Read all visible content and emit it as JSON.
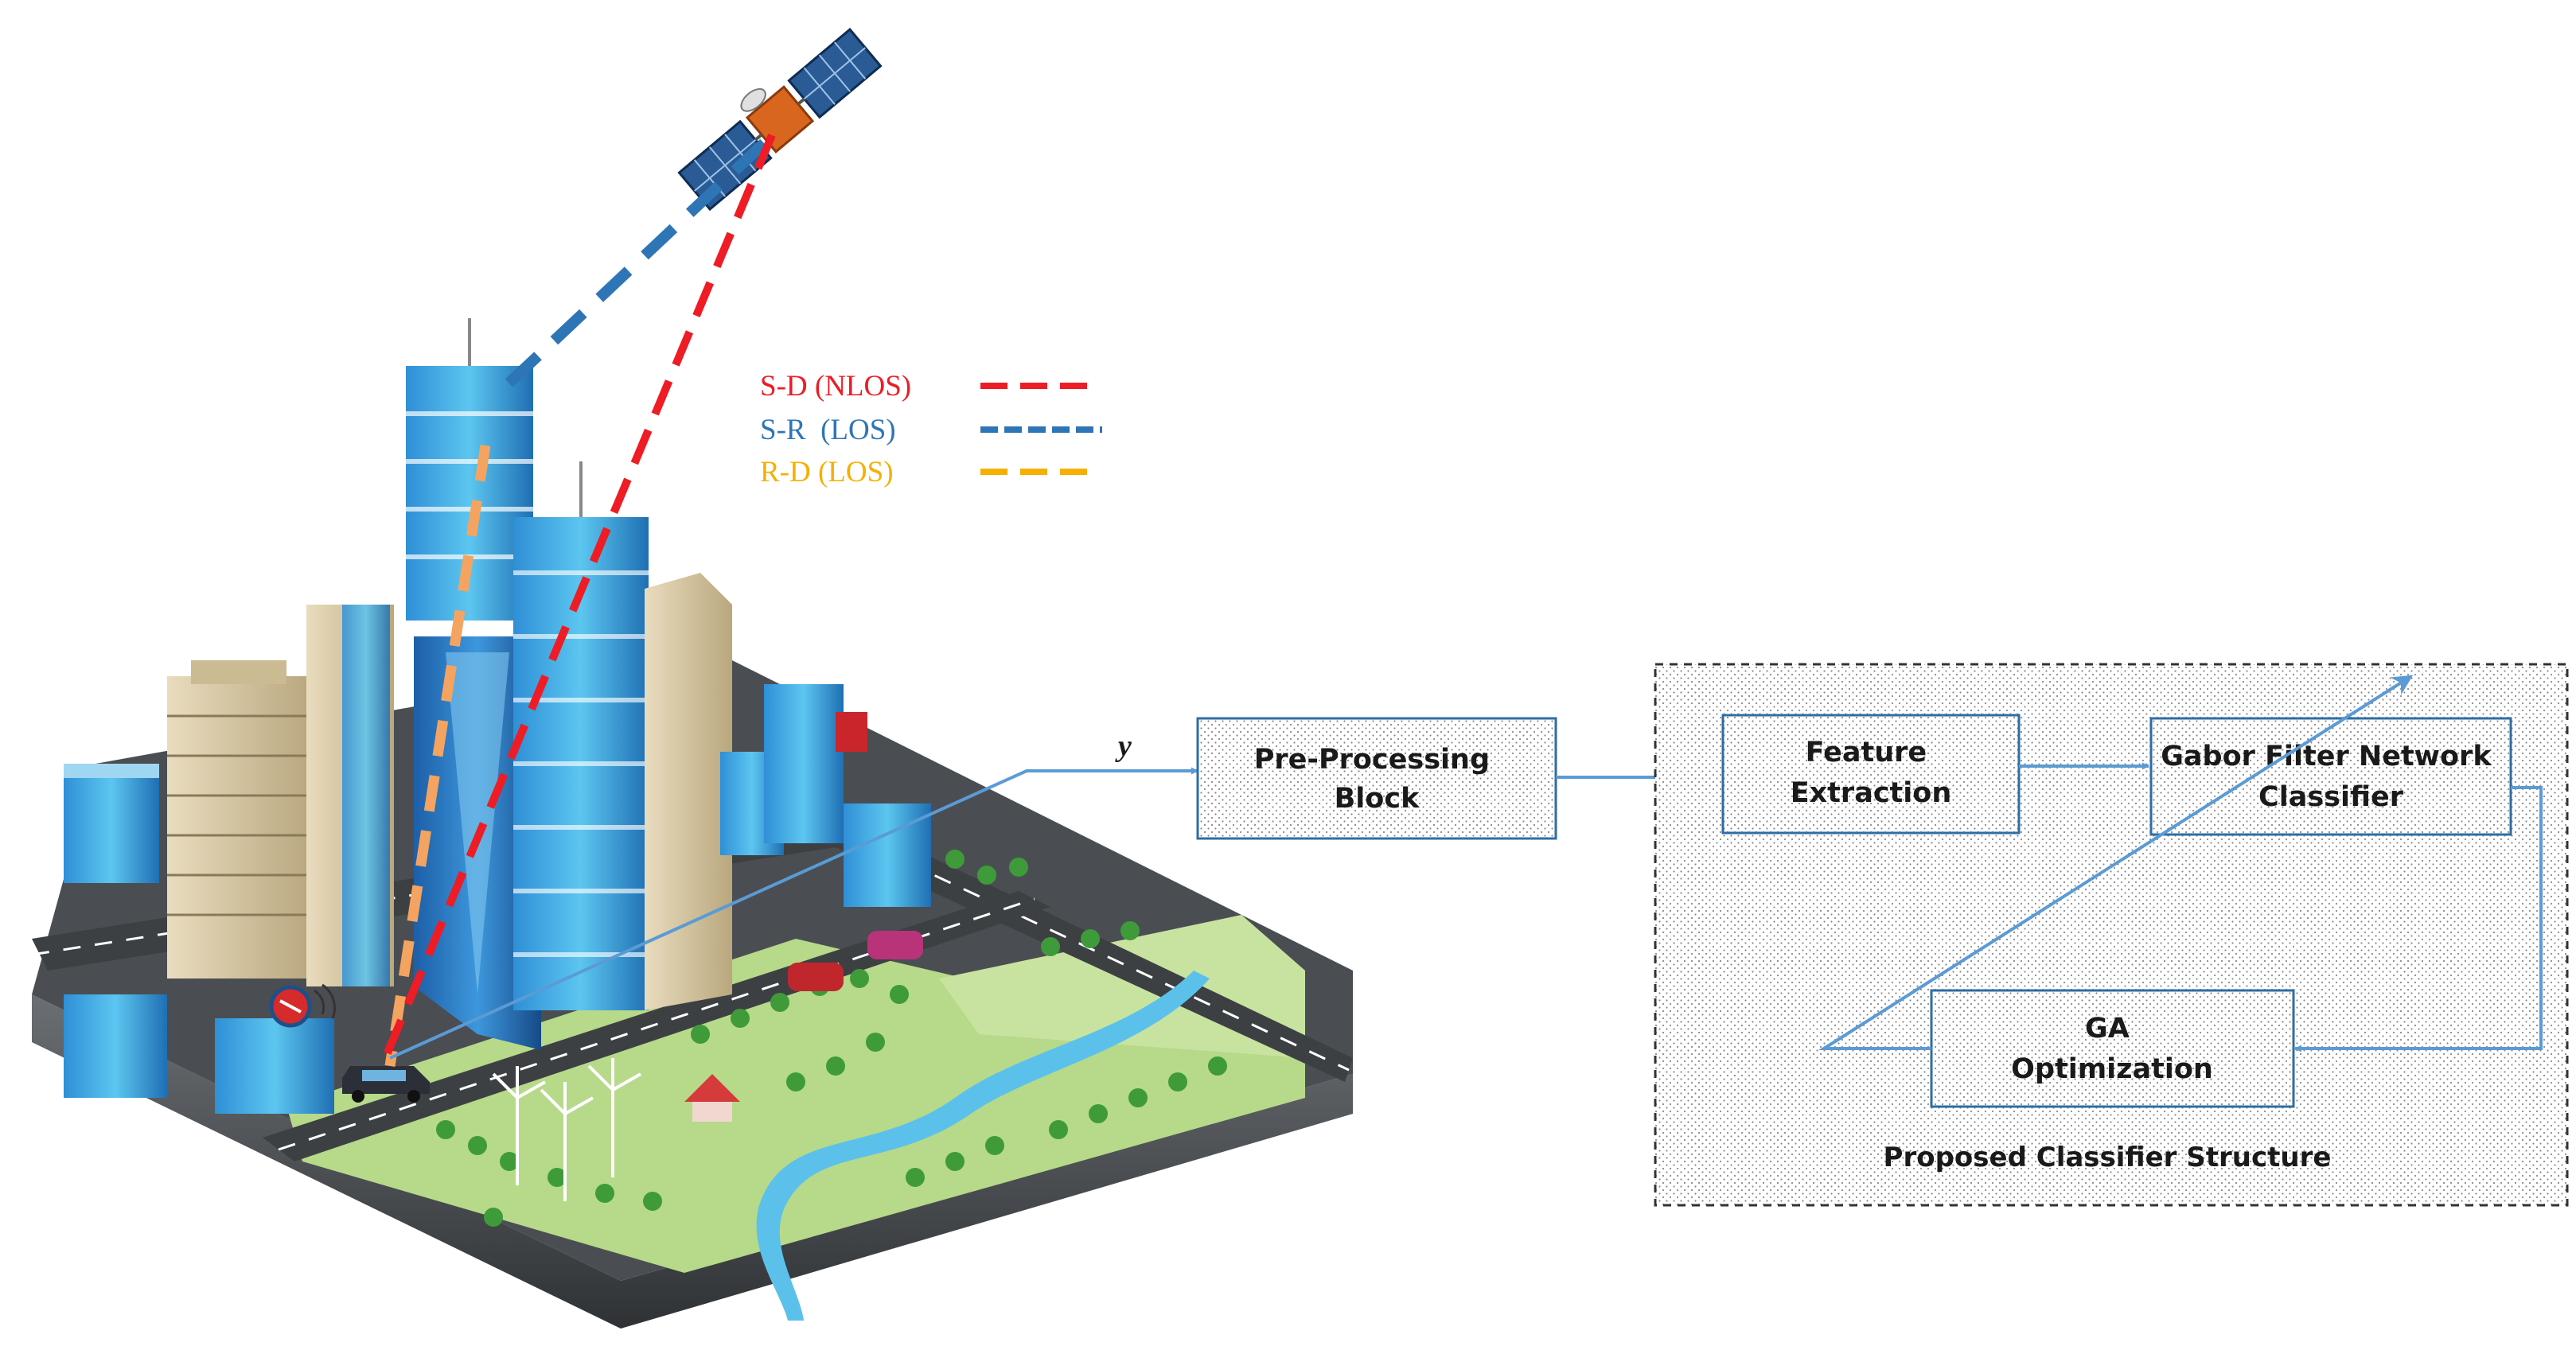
{
  "legend": {
    "sd_label": "S-D (NLOS)",
    "sr_label": "S-R  (LOS)",
    "rd_label": "R-D (LOS)"
  },
  "signal_label": "y",
  "blocks": {
    "preprocessing": [
      "Pre-Processing",
      "Block"
    ],
    "feature": [
      "Feature",
      "Extraction"
    ],
    "gabor": [
      "Gabor Filter Network",
      "Classifier"
    ],
    "ga": [
      "GA",
      "Optimization"
    ]
  },
  "classifier_structure_label": "Proposed Classifier Structure",
  "colors": {
    "sd": "#ee1c24",
    "sr": "#2e75b6",
    "rd": "#f4b183",
    "rd_text": "#f5b000",
    "arrow": "#5b9bd5",
    "box_border": "#2e6da4",
    "dashed_border": "#333333"
  },
  "icons": [
    "satellite-icon",
    "relay-building-icon",
    "destination-car-icon"
  ]
}
